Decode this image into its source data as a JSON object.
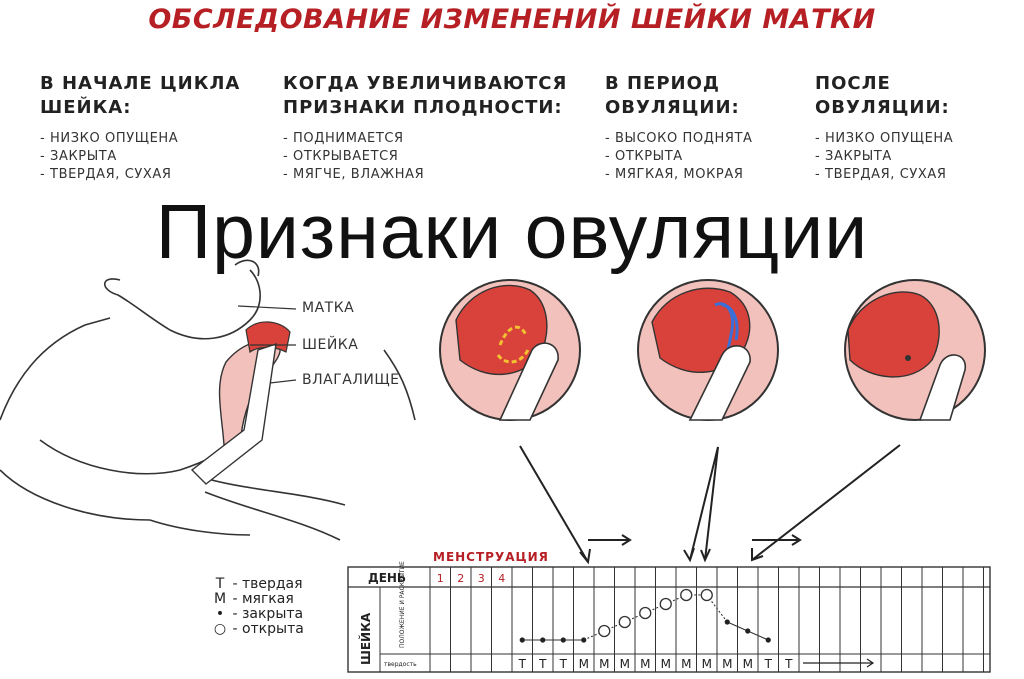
{
  "title": "ОБСЛЕДОВАНИЕ ИЗМЕНЕНИЙ ШЕЙКИ МАТКИ",
  "overlay_title": "Признаки овуляции",
  "columns": [
    {
      "heading": "В НАЧАЛЕ ЦИКЛА\nШЕЙКА:",
      "items": [
        "НИЗКО ОПУЩЕНА",
        "ЗАКРЫТА",
        "ТВЕРДАЯ, СУХАЯ"
      ]
    },
    {
      "heading": "КОГДА УВЕЛИЧИВАЮТСЯ\nПРИЗНАКИ ПЛОДНОСТИ:",
      "items": [
        "ПОДНИМАЕТСЯ",
        "ОТКРЫВАЕТСЯ",
        "МЯГЧЕ, ВЛАЖНАЯ"
      ]
    },
    {
      "heading": "В ПЕРИОД\nОВУЛЯЦИИ:",
      "items": [
        "ВЫСОКО ПОДНЯТА",
        "ОТКРЫТА",
        "МЯГКАЯ, МОКРАЯ"
      ]
    },
    {
      "heading": "ПОСЛЕ\nОВУЛЯЦИИ:",
      "items": [
        "НИЗКО ОПУЩЕНА",
        "ЗАКРЫТА",
        "ТВЕРДАЯ, СУХАЯ"
      ]
    }
  ],
  "anatomy_labels": {
    "uterus": "МАТКА",
    "cervix": "ШЕЙКА",
    "vagina": "ВЛАГАЛИЩЕ"
  },
  "legend": [
    {
      "symbol": "Т",
      "text": "- твердая"
    },
    {
      "symbol": "М",
      "text": "- мягкая"
    },
    {
      "symbol": "•",
      "text": "- закрыта"
    },
    {
      "symbol": "○",
      "text": "- открыта"
    }
  ],
  "chart": {
    "menstruation_label": "МЕНСТРУАЦИЯ",
    "day_label": "ДЕНЬ",
    "row_label": "ШЕЙКА",
    "position_label": "ПОЛОЖЕНИЕ И РАСКРЫТИЕ",
    "firmness_label": "твердость",
    "days": [
      "1",
      "2",
      "3",
      "4"
    ],
    "firmness": [
      "Т",
      "Т",
      "Т",
      "М",
      "М",
      "М",
      "М",
      "М",
      "М",
      "М",
      "М",
      "М",
      "Т",
      "Т"
    ],
    "points": [
      {
        "col": 5,
        "level": 0,
        "open": false
      },
      {
        "col": 6,
        "level": 0,
        "open": false
      },
      {
        "col": 7,
        "level": 0,
        "open": false
      },
      {
        "col": 8,
        "level": 0,
        "open": false
      },
      {
        "col": 9,
        "level": 1,
        "open": true
      },
      {
        "col": 10,
        "level": 2,
        "open": true
      },
      {
        "col": 11,
        "level": 3,
        "open": true
      },
      {
        "col": 12,
        "level": 4,
        "open": true
      },
      {
        "col": 13,
        "level": 5,
        "open": true
      },
      {
        "col": 14,
        "level": 5,
        "open": true
      },
      {
        "col": 15,
        "level": 2,
        "open": false
      },
      {
        "col": 16,
        "level": 1,
        "open": false
      },
      {
        "col": 17,
        "level": 0,
        "open": false
      }
    ]
  },
  "colors": {
    "title": "#b61f24",
    "tissue": "#d9423a",
    "pink": "#f2c1bb",
    "circle_bg": "#eaa59e",
    "blue": "#3a6fd8",
    "yellow": "#f2c230"
  }
}
